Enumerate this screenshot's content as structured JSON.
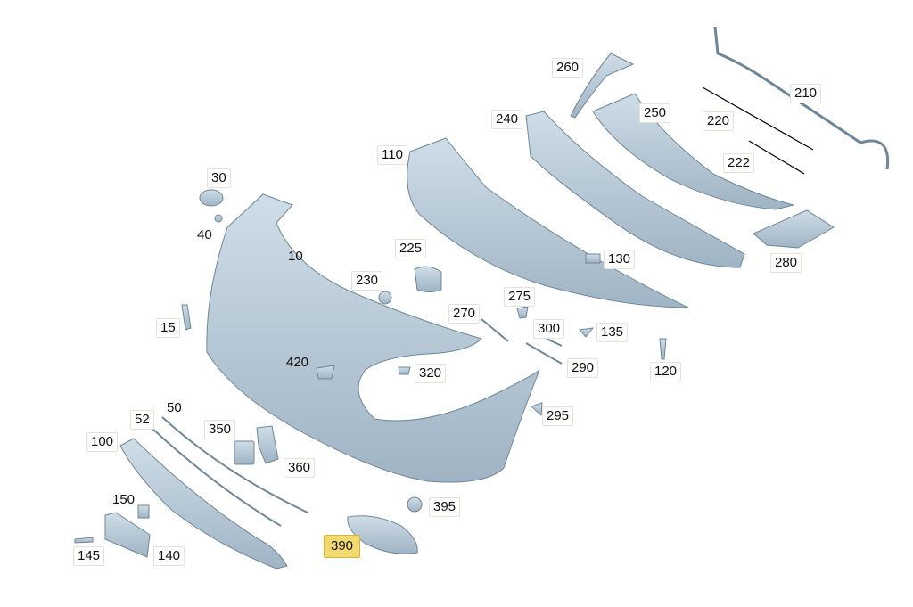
{
  "diagram": {
    "colors": {
      "part_fill": "#b7c9d6",
      "part_stroke": "#6f8799",
      "highlight": "#f3da6e",
      "label_border": "#e3e3d8"
    },
    "callouts": [
      {
        "id": "c10",
        "text": "10"
      },
      {
        "id": "c15",
        "text": "15"
      },
      {
        "id": "c30",
        "text": "30"
      },
      {
        "id": "c40",
        "text": "40"
      },
      {
        "id": "c50",
        "text": "50"
      },
      {
        "id": "c52",
        "text": "52"
      },
      {
        "id": "c100",
        "text": "100"
      },
      {
        "id": "c110",
        "text": "110"
      },
      {
        "id": "c120",
        "text": "120"
      },
      {
        "id": "c130",
        "text": "130"
      },
      {
        "id": "c135",
        "text": "135"
      },
      {
        "id": "c140",
        "text": "140"
      },
      {
        "id": "c145",
        "text": "145"
      },
      {
        "id": "c150",
        "text": "150"
      },
      {
        "id": "c210",
        "text": "210"
      },
      {
        "id": "c220",
        "text": "220"
      },
      {
        "id": "c222",
        "text": "222"
      },
      {
        "id": "c225",
        "text": "225"
      },
      {
        "id": "c230",
        "text": "230"
      },
      {
        "id": "c240",
        "text": "240"
      },
      {
        "id": "c250",
        "text": "250"
      },
      {
        "id": "c260",
        "text": "260"
      },
      {
        "id": "c270",
        "text": "270"
      },
      {
        "id": "c275",
        "text": "275"
      },
      {
        "id": "c280",
        "text": "280"
      },
      {
        "id": "c290",
        "text": "290"
      },
      {
        "id": "c295",
        "text": "295"
      },
      {
        "id": "c300",
        "text": "300"
      },
      {
        "id": "c320",
        "text": "320"
      },
      {
        "id": "c350",
        "text": "350"
      },
      {
        "id": "c360",
        "text": "360"
      },
      {
        "id": "c390",
        "text": "390",
        "highlighted": true
      },
      {
        "id": "c395",
        "text": "395"
      },
      {
        "id": "c420",
        "text": "420"
      }
    ]
  }
}
